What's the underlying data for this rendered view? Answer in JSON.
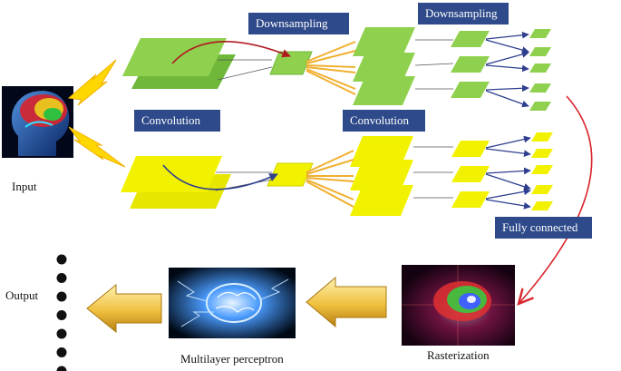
{
  "labels": {
    "downsampling_1": "Downsampling",
    "downsampling_2": "Downsampling",
    "convolution_1": "Convolution",
    "convolution_2": "Convolution",
    "fully_connected": "Fully connected",
    "input": "Input",
    "output": "Output",
    "multilayer_perceptron": "Multilayer perceptron",
    "rasterization": "Rasterization"
  },
  "colors": {
    "green_branch": "#8fd14f",
    "yellow_branch": "#f2f200",
    "tag_background": "#2e4a8a",
    "red_arrow": "#d9242c",
    "blue_arrow": "#2f3f8f",
    "connector_orange": "#f0b030"
  },
  "icons": [
    "input-brain-icon",
    "lightning-bolt-icon",
    "rasterized-brain-icon",
    "glowing-brain-icon",
    "flow-arrow-icon"
  ],
  "output_node_count": 7
}
